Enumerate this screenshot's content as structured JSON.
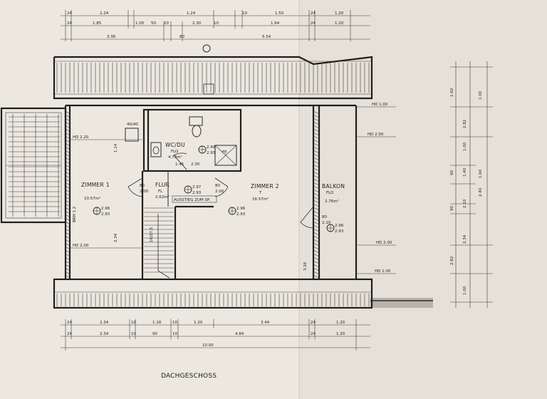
{
  "drawing": {
    "title": "DACHGESCHOSS",
    "colors": {
      "paper": "#e9e5dd",
      "ink": "#1e1e1e"
    }
  },
  "top_dims": {
    "row1": [
      "24",
      "2.24",
      "1.24",
      "10",
      "1.50",
      "24",
      "1.20"
    ],
    "row2": [
      "24",
      "1.85",
      "1.00",
      "50",
      "10",
      "2.30",
      "10",
      "1.64",
      "24",
      "1.20"
    ],
    "row3": [
      "3.36",
      "80",
      "5.54"
    ]
  },
  "bottom_dims": {
    "row1": [
      "24",
      "2.34",
      "10",
      "1.18",
      "10",
      "1.20",
      "3.44",
      "24",
      "1.20"
    ],
    "row2": [
      "24",
      "2.34",
      "10",
      "90",
      "10",
      "4.84",
      "24",
      "1.20"
    ],
    "total": "10.00"
  },
  "right_dims": [
    "1.00",
    "2.82",
    "1.00",
    "1.40",
    "90",
    "2.40",
    "2.10",
    "90",
    "2.34",
    "1.00",
    "2.82",
    "1.60",
    "1.60"
  ],
  "rooms": {
    "wc": {
      "name": "WC/DU",
      "floor": "FLO",
      "area": "4.73m²"
    },
    "flur": {
      "name": "FLUR",
      "floor": "FL",
      "area": "2.62m²"
    },
    "zimmer1": {
      "name": "ZIMMER 1",
      "area": "10.57m²"
    },
    "zimmer2": {
      "name": "ZIMMER 2",
      "floor": "T",
      "area": "16.57m²"
    },
    "balkon": {
      "name": "BALKON",
      "floor": "FLO",
      "area": "2.76m²"
    }
  },
  "labels": {
    "ausstieg": "AUSSTIEG ZUM SP.",
    "fe": "FE",
    "hd_220": "HD 2.20",
    "hd_200": "HD 2.00",
    "hd_100": "HD 1.00",
    "hd_200b": "HD 2.00",
    "hd_200c": "HD 2.00",
    "hd_100b": "HD 1.00",
    "brh": "BRH 1.2",
    "stair_steps": "16/27,5",
    "heights": {
      "z1": "2.96",
      "z1b": "2.93",
      "fl": "2.97",
      "flb": "2.93",
      "wc": "2.99",
      "wcb": "2.93",
      "z2": "2.96",
      "z2b": "2.93",
      "bk": "2.96",
      "bkb": "2.93"
    },
    "door": {
      "d1": "80",
      "d2": "2.00",
      "d3": "80",
      "d4": "2.00",
      "d5": "80",
      "d6": "2.10"
    },
    "misc": {
      "w1": "1.14",
      "w2": "2.34",
      "w3": "3.26",
      "w4": "40/40",
      "w5": "2.30",
      "w6": "1.45"
    }
  }
}
